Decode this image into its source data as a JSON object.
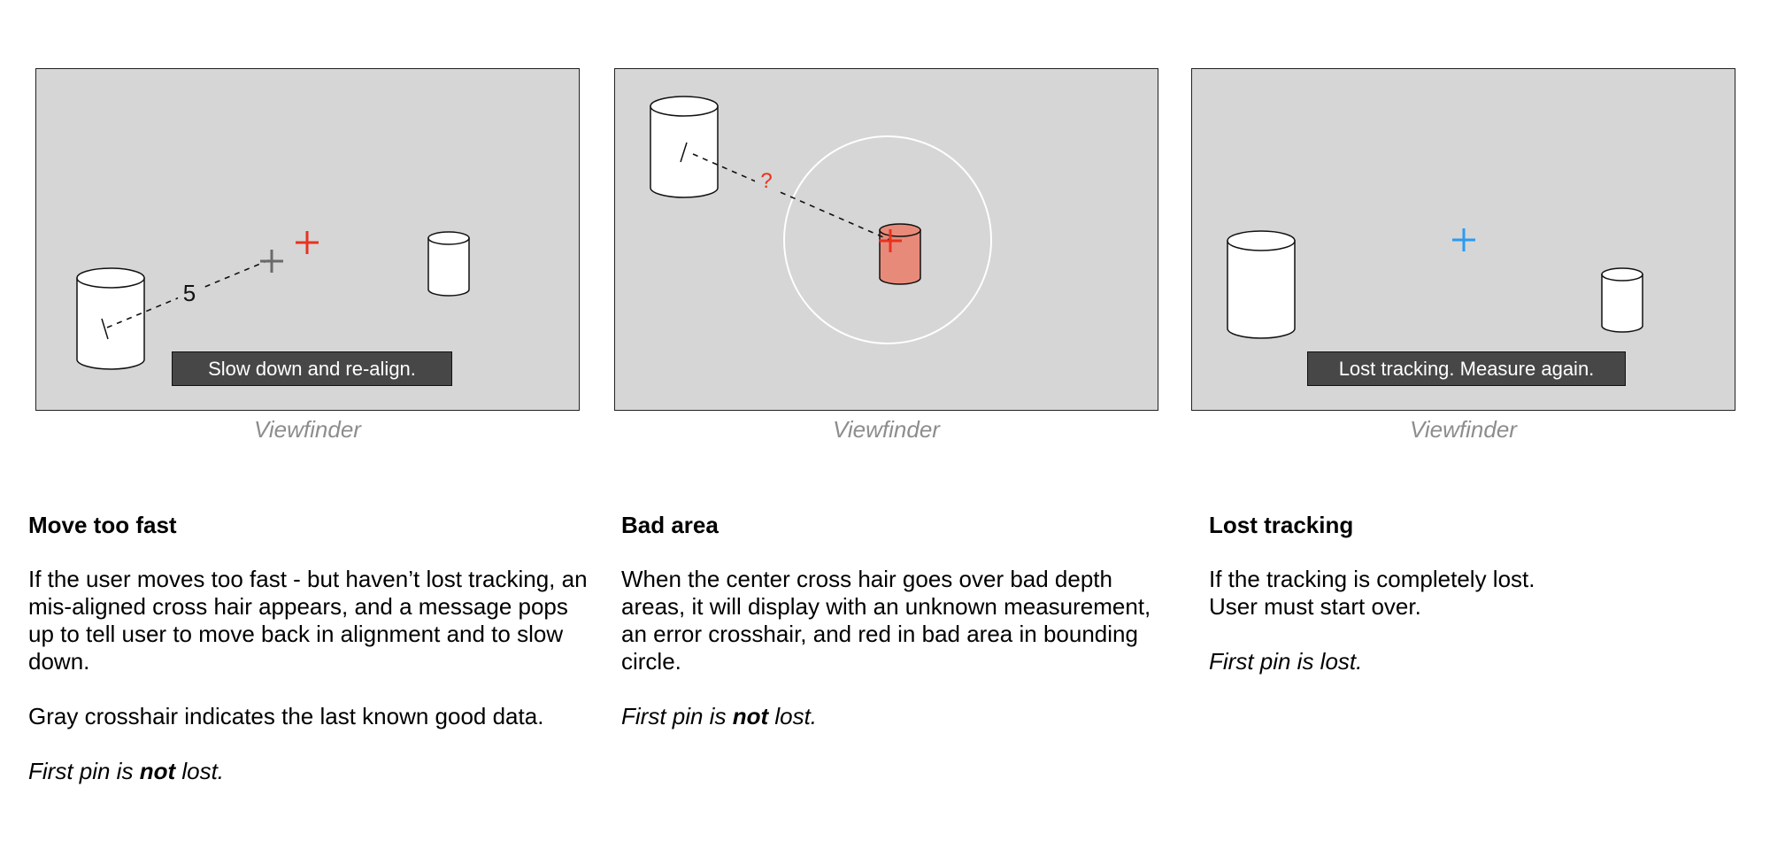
{
  "panels": [
    {
      "caption": "Viewfinder",
      "toast": "Slow down and re-align.",
      "distance_label": "5",
      "title": "Move too fast",
      "paragraphs": [
        "If the user moves too fast - but haven’t lost tracking, an mis-aligned cross hair appears, and a message pops up to tell user to move back in alignment and to slow down.",
        "Gray crosshair indicates the last known good data."
      ],
      "note_before": "First pin is ",
      "note_bold": "not",
      "note_after": " lost."
    },
    {
      "caption": "Viewfinder",
      "distance_label": "?",
      "title": "Bad area",
      "paragraphs": [
        "When the center cross hair goes over bad depth areas, it will display with an unknown measurement, an error crosshair, and red in bad area in bounding circle."
      ],
      "note_before": "First pin is ",
      "note_bold": "not",
      "note_after": " lost."
    },
    {
      "caption": "Viewfinder",
      "toast": "Lost tracking. Measure again.",
      "title": "Lost tracking",
      "paragraphs": [
        "If the tracking is completely lost.\nUser must start over."
      ],
      "note_before": "First pin is lost.",
      "note_bold": "",
      "note_after": ""
    }
  ],
  "colors": {
    "viewfinder_bg": "#d6d6d6",
    "error_crosshair": "#e8321e",
    "last_good_crosshair": "#6a6a6a",
    "tracking_crosshair": "#2a9bf2",
    "bad_area_fill": "#e88a7a",
    "caption_text": "#8d8d8d",
    "toast_bg": "#474747"
  },
  "icons": [
    "cylinder-object-icon",
    "crosshair-icon",
    "pin-marker-icon",
    "bounding-circle-icon"
  ]
}
